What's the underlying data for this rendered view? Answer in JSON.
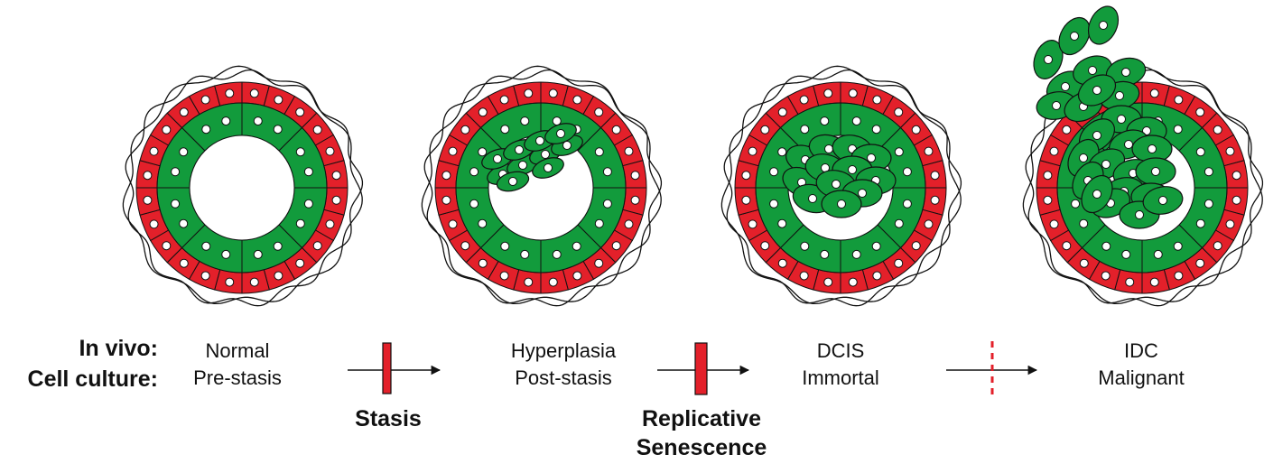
{
  "row_labels": {
    "in_vivo": "In vivo:",
    "cell_culture": "Cell culture:"
  },
  "stages": [
    {
      "in_vivo": "Normal",
      "culture": "Pre-stasis"
    },
    {
      "in_vivo": "Hyperplasia",
      "culture": "Post-stasis"
    },
    {
      "in_vivo": "DCIS",
      "culture": "Immortal"
    },
    {
      "in_vivo": "IDC",
      "culture": "Malignant"
    }
  ],
  "barriers": [
    {
      "line1": "Stasis",
      "line2": "",
      "style": "solid-thin"
    },
    {
      "line1": "Replicative",
      "line2": "Senescence",
      "style": "solid-thick"
    },
    {
      "line1": "",
      "line2": "",
      "style": "dashed"
    }
  ],
  "colors": {
    "myoepithelial": "#e3202a",
    "luminal": "#129b3c",
    "outline": "#111111",
    "nucleus": "#ffffff"
  }
}
